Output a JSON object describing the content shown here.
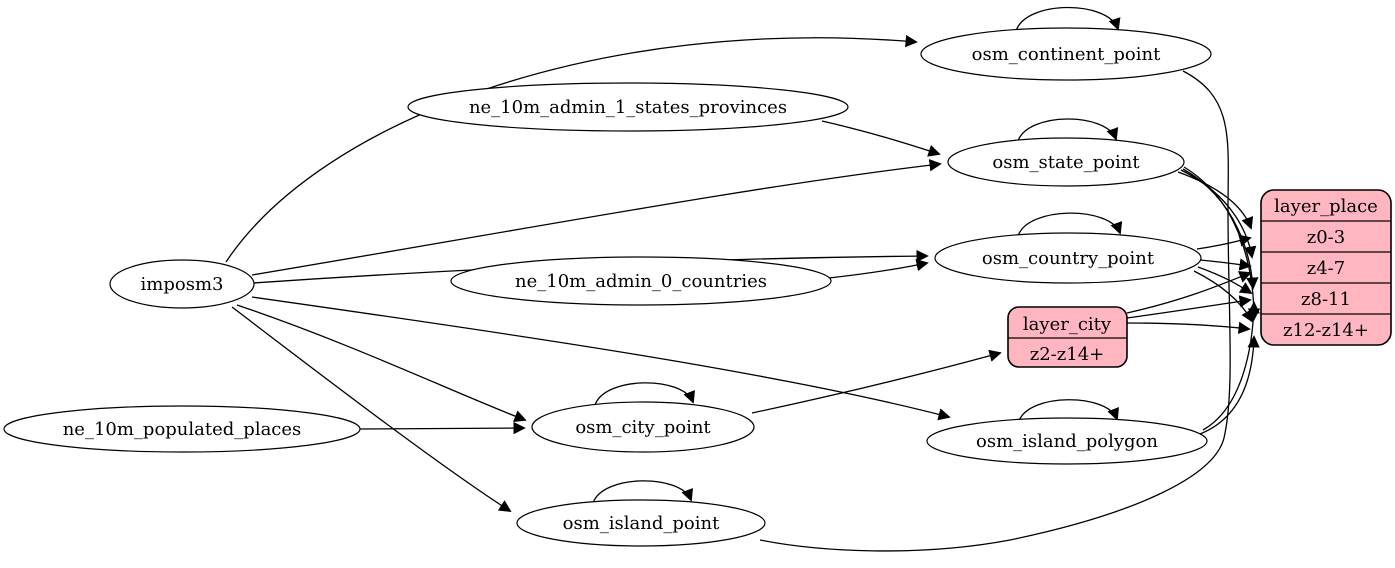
{
  "diagram": {
    "type": "etl-graph",
    "colors": {
      "background": "#ffffff",
      "table_fill": "#ffffff",
      "layer_fill": "#ffb6c1",
      "stroke": "#000000"
    },
    "nodes": {
      "imposm3": {
        "label": "imposm3",
        "kind": "source"
      },
      "ne_10m_admin_1_states_provinces": {
        "label": "ne_10m_admin_1_states_provinces",
        "kind": "source"
      },
      "ne_10m_admin_0_countries": {
        "label": "ne_10m_admin_0_countries",
        "kind": "source"
      },
      "ne_10m_populated_places": {
        "label": "ne_10m_populated_places",
        "kind": "source"
      },
      "osm_continent_point": {
        "label": "osm_continent_point",
        "kind": "table",
        "self_loop": true
      },
      "osm_state_point": {
        "label": "osm_state_point",
        "kind": "table",
        "self_loop": true
      },
      "osm_country_point": {
        "label": "osm_country_point",
        "kind": "table",
        "self_loop": true
      },
      "osm_city_point": {
        "label": "osm_city_point",
        "kind": "table",
        "self_loop": true
      },
      "osm_island_polygon": {
        "label": "osm_island_polygon",
        "kind": "table",
        "self_loop": true
      },
      "osm_island_point": {
        "label": "osm_island_point",
        "kind": "table",
        "self_loop": true
      }
    },
    "records": {
      "layer_city": {
        "title": "layer_city",
        "rows": [
          "z2-z14+"
        ]
      },
      "layer_place": {
        "title": "layer_place",
        "rows": [
          "z0-3",
          "z4-7",
          "z8-11",
          "z12-z14+"
        ]
      }
    },
    "edges": [
      {
        "from": "imposm3",
        "to": "osm_continent_point"
      },
      {
        "from": "imposm3",
        "to": "osm_state_point"
      },
      {
        "from": "imposm3",
        "to": "osm_country_point"
      },
      {
        "from": "imposm3",
        "to": "osm_city_point"
      },
      {
        "from": "imposm3",
        "to": "osm_island_polygon"
      },
      {
        "from": "imposm3",
        "to": "osm_island_point"
      },
      {
        "from": "ne_10m_admin_1_states_provinces",
        "to": "osm_state_point"
      },
      {
        "from": "ne_10m_admin_0_countries",
        "to": "osm_country_point"
      },
      {
        "from": "ne_10m_populated_places",
        "to": "osm_city_point"
      },
      {
        "from": "osm_continent_point",
        "to": "osm_continent_point"
      },
      {
        "from": "osm_state_point",
        "to": "osm_state_point"
      },
      {
        "from": "osm_country_point",
        "to": "osm_country_point"
      },
      {
        "from": "osm_city_point",
        "to": "osm_city_point"
      },
      {
        "from": "osm_island_polygon",
        "to": "osm_island_polygon"
      },
      {
        "from": "osm_island_point",
        "to": "osm_island_point"
      },
      {
        "from": "osm_city_point",
        "to": "layer_city:z2-z14+"
      },
      {
        "from": "osm_state_point",
        "to": "layer_place:z0-3"
      },
      {
        "from": "osm_state_point",
        "to": "layer_place:z4-7"
      },
      {
        "from": "osm_state_point",
        "to": "layer_place:z8-11"
      },
      {
        "from": "osm_state_point",
        "to": "layer_place:z12-z14+"
      },
      {
        "from": "osm_country_point",
        "to": "layer_place:z0-3"
      },
      {
        "from": "osm_country_point",
        "to": "layer_place:z4-7"
      },
      {
        "from": "osm_country_point",
        "to": "layer_place:z8-11"
      },
      {
        "from": "osm_country_point",
        "to": "layer_place:z12-z14+"
      },
      {
        "from": "layer_city",
        "to": "layer_place:z4-7"
      },
      {
        "from": "layer_city",
        "to": "layer_place:z8-11"
      },
      {
        "from": "layer_city",
        "to": "layer_place:z12-z14+"
      },
      {
        "from": "osm_island_polygon",
        "to": "layer_place:z8-11"
      },
      {
        "from": "osm_island_polygon",
        "to": "layer_place:z12-z14+"
      },
      {
        "from": "osm_continent_point",
        "to": "osm_island_point"
      }
    ]
  }
}
